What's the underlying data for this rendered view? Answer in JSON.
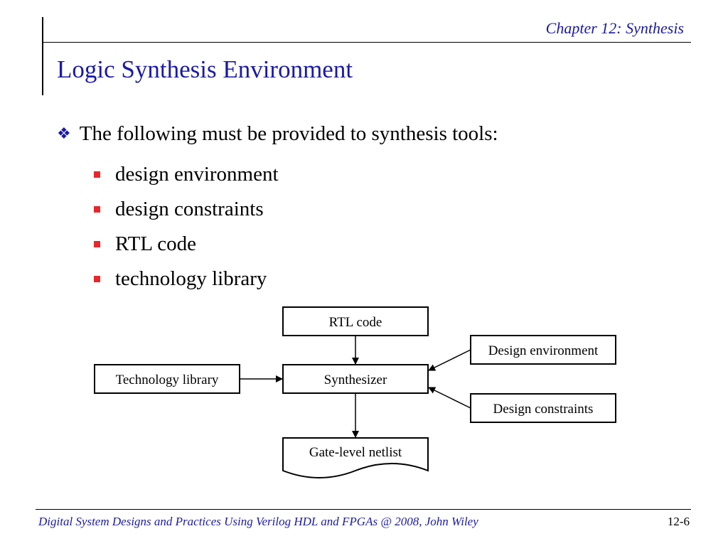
{
  "header": {
    "chapter": "Chapter 12: Synthesis"
  },
  "slide": {
    "title": "Logic Synthesis Environment",
    "intro": "The following must be provided to synthesis tools:",
    "items": [
      "design environment",
      "design constraints",
      "RTL code",
      "technology library"
    ]
  },
  "diagram": {
    "rtl_code": "RTL code",
    "synthesizer": "Synthesizer",
    "technology_library": "Technology library",
    "design_environment": "Design environment",
    "design_constraints": "Design constraints",
    "netlist": "Gate-level netlist"
  },
  "footer": {
    "text": "Digital System Designs and Practices Using Verilog HDL and FPGAs @ 2008, John Wiley",
    "page": "12-6"
  },
  "colors": {
    "title_blue": "#1a1aa6",
    "bullet_red": "#e8262b"
  }
}
